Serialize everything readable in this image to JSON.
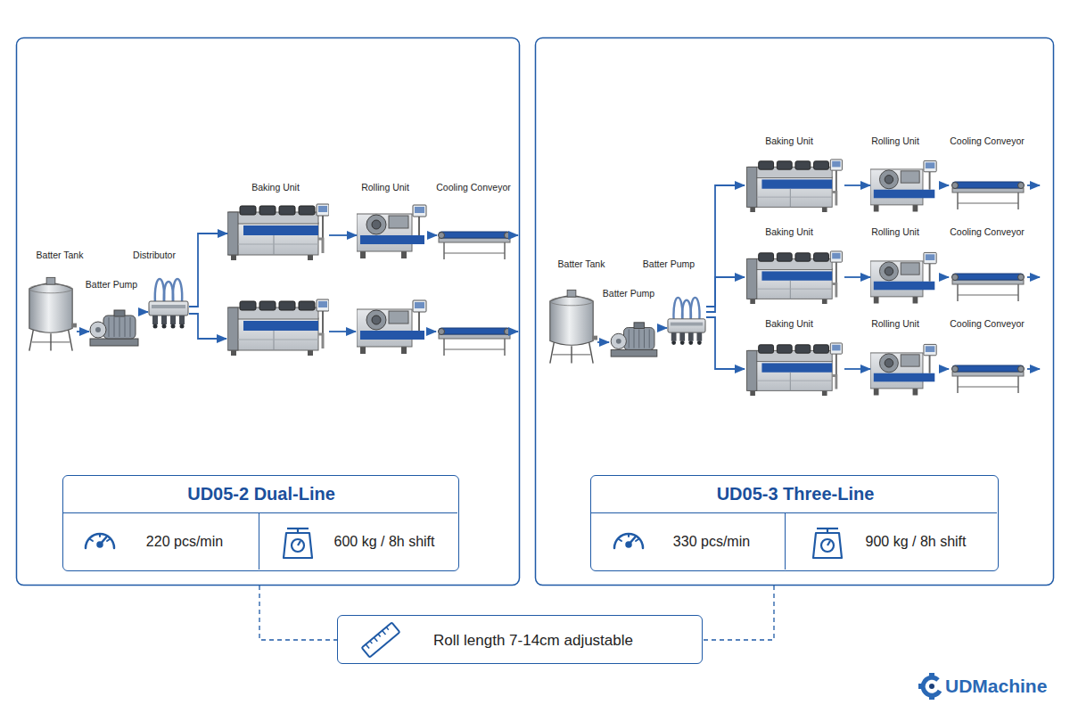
{
  "diagram": {
    "nodes": [
      {
        "text": [
          "Batter Tank"
        ]
      },
      {
        "text": [
          "Batter Pump"
        ]
      },
      {
        "text": [
          "Distributor"
        ]
      },
      {
        "text": [
          "Baking Unit"
        ]
      },
      {
        "text": [
          "Rolling Unit"
        ]
      },
      {
        "text": [
          "Cooling Conveyor"
        ]
      },
      {
        "text": [
          "UD05-2 Dual-Line"
        ]
      },
      {
        "text": [
          "220 pcs/min"
        ],
        "in": 6
      },
      {
        "text": [
          "600 kg / 8h shift"
        ],
        "in": 6
      },
      {
        "text": [
          "Batter Tank"
        ]
      },
      {
        "text": [
          "Batter Pump"
        ]
      },
      {
        "text": [
          "Batter Pump"
        ]
      },
      {
        "text": [
          "Baking Unit"
        ]
      },
      {
        "text": [
          "Rolling Unit"
        ]
      },
      {
        "text": [
          "Cooling Conveyor"
        ]
      },
      {
        "text": [
          "Baking Unit"
        ]
      },
      {
        "text": [
          "Rolling Unit"
        ]
      },
      {
        "text": [
          "Cooling Conveyor"
        ]
      },
      {
        "text": [
          "Baking Unit"
        ]
      },
      {
        "text": [
          "Rolling Unit"
        ]
      },
      {
        "text": [
          "Cooling Conveyor"
        ]
      },
      {
        "text": [
          "UD05-3 Three-Line"
        ]
      },
      {
        "text": [
          "330 pcs/min"
        ],
        "in": 21
      },
      {
        "text": [
          "900 kg / 8h shift"
        ],
        "in": 21
      },
      {
        "text": [
          "Roll length 7-14cm adjustable"
        ]
      }
    ],
    "edges": [
      {
        "from": 0,
        "to": 1,
        "arrow": "to"
      },
      {
        "from": 1,
        "to": 2,
        "arrow": "to"
      },
      {
        "from": 2,
        "to": 3,
        "arrow": "to"
      },
      {
        "from": 3,
        "to": 4,
        "arrow": "to"
      },
      {
        "from": 4,
        "to": 5,
        "arrow": "to"
      },
      {
        "from": 9,
        "to": 10,
        "arrow": "to"
      },
      {
        "from": 10,
        "to": 11,
        "arrow": "to"
      },
      {
        "from": 11,
        "to": 12,
        "arrow": "to"
      },
      {
        "from": 11,
        "to": 15,
        "arrow": "to"
      },
      {
        "from": 11,
        "to": 18,
        "arrow": "to"
      },
      {
        "from": 12,
        "to": 13,
        "arrow": "to"
      },
      {
        "from": 13,
        "to": 14,
        "arrow": "to"
      },
      {
        "from": 15,
        "to": 16,
        "arrow": "to"
      },
      {
        "from": 16,
        "to": 17,
        "arrow": "to"
      },
      {
        "from": 18,
        "to": 19,
        "arrow": "to"
      },
      {
        "from": 19,
        "to": 20,
        "arrow": "to"
      }
    ],
    "labels": [
      "UDMachine"
    ]
  }
}
